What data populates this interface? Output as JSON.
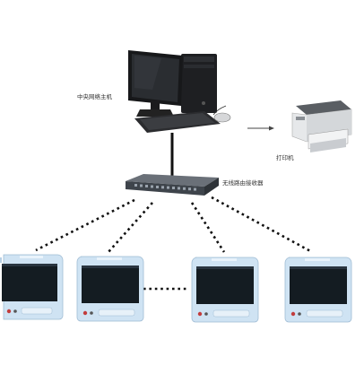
{
  "labels": {
    "host": "中央网络主机",
    "printer": "打印机",
    "router": "无线路由接收器"
  },
  "colors": {
    "device_black": "#1b1b1d",
    "monitor_frame": "#cfe3f3",
    "monitor_screen": "#141c22",
    "switch_body": "#4a5058",
    "printer_body": "#e4e6e8",
    "link_line": "#111111"
  },
  "devices": {
    "host_icon": "desktop-computer-icon",
    "printer_icon": "laser-printer-icon",
    "router_icon": "network-switch-icon",
    "monitor_icon": "patient-monitor-icon",
    "monitor_count": 4
  }
}
